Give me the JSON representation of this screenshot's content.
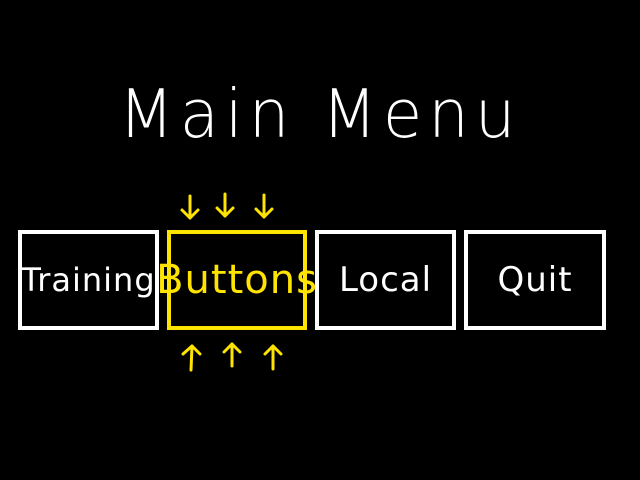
{
  "screen": {
    "title": "Main Menu",
    "accent_color": "#ffe400",
    "text_color": "#ffffff",
    "background_color": "#000000"
  },
  "menu": {
    "selected_index": 1,
    "items": [
      {
        "label": "Training"
      },
      {
        "label": "Buttons"
      },
      {
        "label": "Local"
      },
      {
        "label": "Quit"
      }
    ]
  },
  "indicators": {
    "top_icon": "down-arrow-icon",
    "bottom_icon": "up-arrow-icon",
    "count_each": 3
  }
}
